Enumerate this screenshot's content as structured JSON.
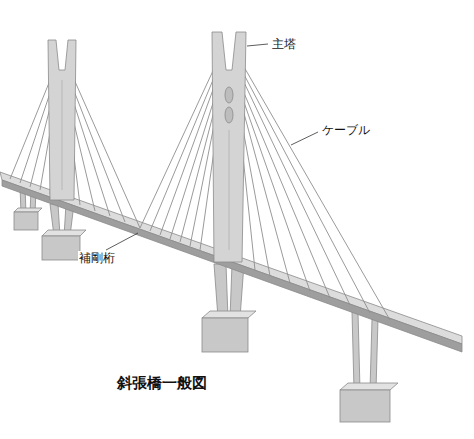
{
  "diagram": {
    "caption": "斜張橋一般図",
    "labels": [
      "主塔",
      "ケーブル",
      "補剛桁"
    ]
  }
}
